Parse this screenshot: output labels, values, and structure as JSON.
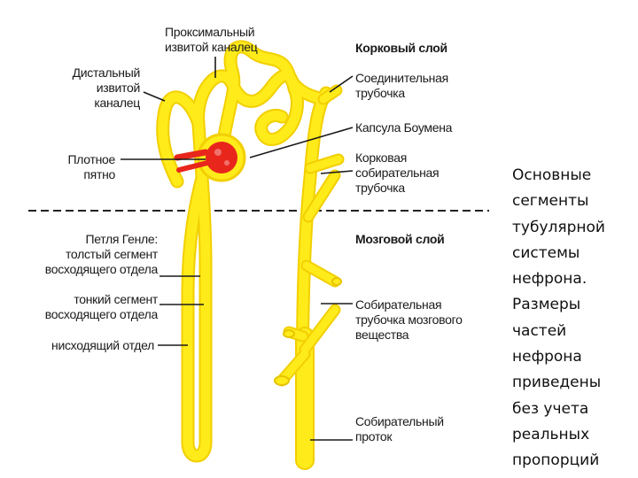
{
  "labels": {
    "proximal": [
      "Проксимальный",
      "извитой каналец"
    ],
    "distal": [
      "Дистальный",
      "извитой",
      "каналец"
    ],
    "macula": [
      "Плотное",
      "пятно"
    ],
    "henle": [
      "Петля Генле:",
      "толстый сегмент",
      "восходящего отдела"
    ],
    "thin": [
      "тонкий сегмент",
      "восходящего отдела"
    ],
    "descending": "нисходящий отдел",
    "cortex": "Корковый слой",
    "connecting": [
      "Соединительная",
      "трубочка"
    ],
    "bowman": "Капсула Боумена",
    "cortical_collecting": [
      "Корковая",
      "собирательная",
      "трубочка"
    ],
    "medulla": "Мозговой слой",
    "medullary_collecting": [
      "Собирательная",
      "трубочка мозгового",
      "вещества"
    ],
    "collecting_duct": [
      "Собирательный",
      "проток"
    ]
  },
  "caption": [
    "Основные",
    "сегменты",
    "тубулярной",
    "системы",
    "нефрона.",
    "Размеры",
    "частей",
    "нефрона",
    "приведены",
    "без учета",
    "реальных",
    "пропорций"
  ],
  "colors": {
    "tubule": "#FFEB1A",
    "tubule_edge": "#F2CF00",
    "glomerulus": "#E8261C",
    "line": "#1a1a1a"
  }
}
